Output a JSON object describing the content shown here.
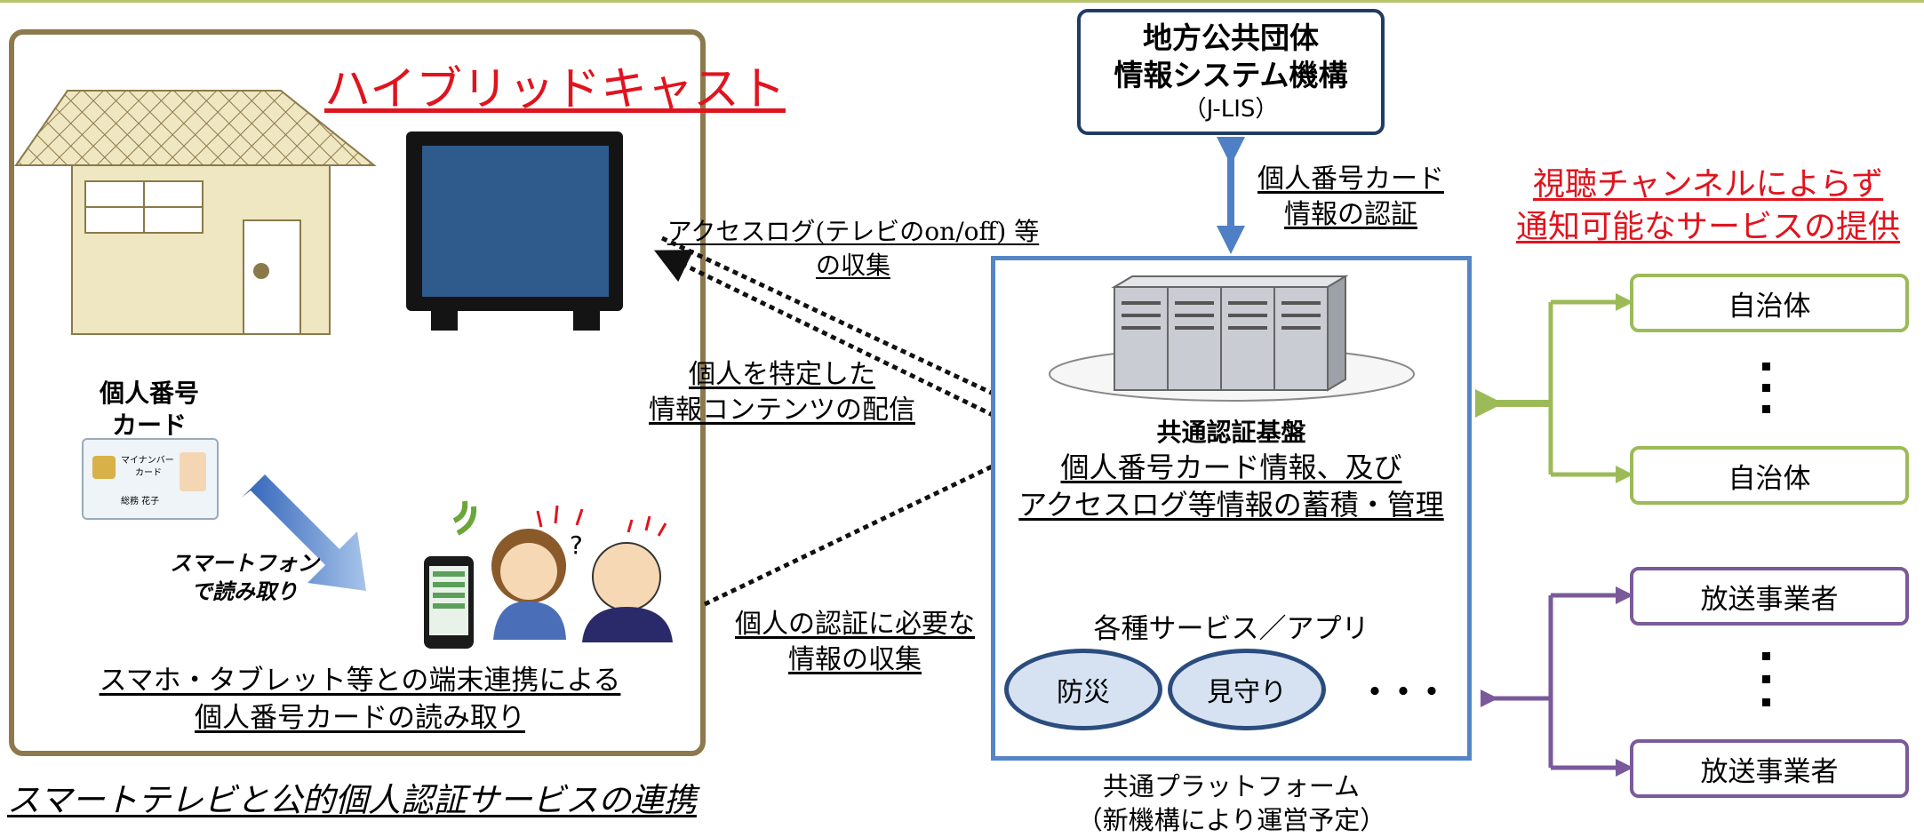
{
  "home": {
    "title": "ハイブリッドキャスト",
    "card_label_1": "個人番号",
    "card_label_2": "カード",
    "card_text_1": "マイナンバー",
    "card_text_2": "カード",
    "card_name": "総務 花子",
    "read_method_1": "スマートフォン",
    "read_method_2": "で読み取り",
    "caption_1": "スマホ・タブレット等との端末連携による",
    "caption_2": "個人番号カードの読み取り"
  },
  "bottom_title": "スマートテレビと公的個人認証サービスの連携",
  "flows": {
    "access_log_1": "アクセスログ(テレビのon/off) 等",
    "access_log_2": "の収集",
    "personal_content_1": "個人を特定した",
    "personal_content_2": "情報コンテンツの配信",
    "auth_info_1": "個人の認証に必要な",
    "auth_info_2": "情報の収集"
  },
  "jlis": {
    "line1": "地方公共団体",
    "line2": "情報システム機構",
    "line3": "（J-LIS）"
  },
  "card_auth": {
    "line1": "個人番号カード",
    "line2": "情報の認証"
  },
  "platform": {
    "core_title": "共通認証基盤",
    "core_desc_1": "個人番号カード情報、及び",
    "core_desc_2": "アクセスログ等情報の蓄積・管理",
    "services_title": "各種サービス／アプリ",
    "service_1": "防災",
    "service_2": "見守り",
    "service_more": "・・・",
    "caption_1": "共通プラットフォーム",
    "caption_2": "（新機構により運営予定）"
  },
  "notice": {
    "line1": "視聴チャンネルによらず",
    "line2": "通知可能なサービスの提供"
  },
  "targets": {
    "municipality_1": "自治体",
    "municipality_2": "自治体",
    "broadcaster_1": "放送事業者",
    "broadcaster_2": "放送事業者"
  },
  "colors": {
    "home_border": "#8c7a4d",
    "jlis_border": "#1f3c64",
    "platform_border": "#5585c5",
    "municipality_border": "#9cbb58",
    "broadcaster_border": "#7a5a9a",
    "emphasis_red": "#e0141e"
  }
}
